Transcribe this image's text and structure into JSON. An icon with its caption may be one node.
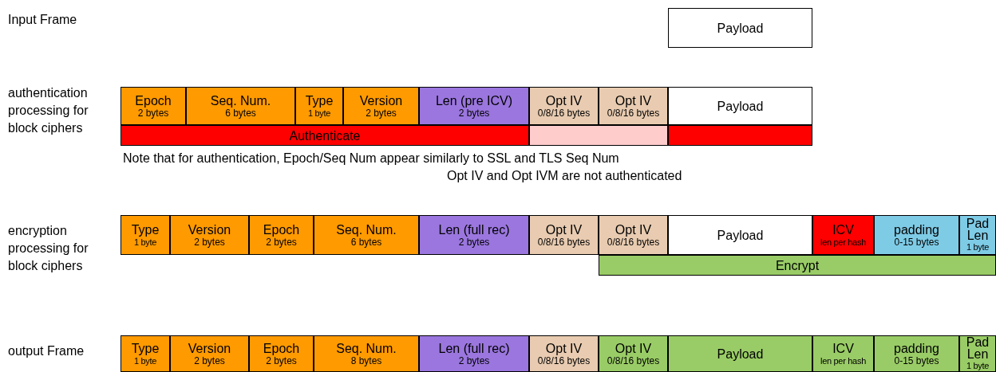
{
  "diagram": {
    "nodes": [
      {
        "text": [
          "Payload"
        ]
      },
      {
        "text": [
          "Epoch",
          "2 bytes"
        ]
      },
      {
        "text": [
          "Seq. Num.",
          "6 bytes"
        ]
      },
      {
        "text": [
          "Type",
          "1 byte"
        ]
      },
      {
        "text": [
          "Version",
          "2 bytes"
        ]
      },
      {
        "text": [
          "Len (pre ICV)",
          "2 bytes"
        ]
      },
      {
        "text": [
          "Opt IV",
          "0/8/16 bytes"
        ]
      },
      {
        "text": [
          "Opt IV",
          "0/8/16 bytes"
        ]
      },
      {
        "text": [
          "Payload"
        ]
      },
      {
        "text": [
          "Authenticate"
        ]
      },
      {
        "text": [],
        "shape": "bar"
      },
      {
        "text": [],
        "shape": "bar"
      },
      {
        "text": [
          "Type",
          "1 byte"
        ]
      },
      {
        "text": [
          "Version",
          "2 bytes"
        ]
      },
      {
        "text": [
          "Epoch",
          "2 bytes"
        ]
      },
      {
        "text": [
          "Seq. Num.",
          "6 bytes"
        ]
      },
      {
        "text": [
          "Len (full rec)",
          "2 bytes"
        ]
      },
      {
        "text": [
          "Opt IV",
          "0/8/16 bytes"
        ]
      },
      {
        "text": [
          "Opt IV",
          "0/8/16 bytes"
        ]
      },
      {
        "text": [
          "Payload"
        ]
      },
      {
        "text": [
          "ICV",
          "len per hash"
        ]
      },
      {
        "text": [
          "padding",
          "0-15 bytes"
        ]
      },
      {
        "text": [
          "Pad Len",
          "1 byte"
        ]
      },
      {
        "text": [
          "Encrypt"
        ]
      },
      {
        "text": [
          "Type",
          "1 byte"
        ]
      },
      {
        "text": [
          "Version",
          "2 bytes"
        ]
      },
      {
        "text": [
          "Epoch",
          "2 bytes"
        ]
      },
      {
        "text": [
          "Seq. Num.",
          "8 bytes"
        ]
      },
      {
        "text": [
          "Len (full rec)",
          "2 bytes"
        ]
      },
      {
        "text": [
          "Opt IV",
          "0/8/16 bytes"
        ]
      },
      {
        "text": [
          "Opt IV",
          "0/8/16 bytes"
        ]
      },
      {
        "text": [
          "Payload"
        ]
      },
      {
        "text": [
          "ICV",
          "len per hash"
        ]
      },
      {
        "text": [
          "padding",
          "0-15 bytes"
        ]
      },
      {
        "text": [
          "Pad Len",
          "1 byte"
        ]
      }
    ],
    "labels": [
      "Input Frame",
      "authentication processing for block ciphers",
      "Note that for authentication, Epoch/Seq Num appear similarly to SSL and TLS Seq Num",
      "Opt IV and Opt IVM are not authenticated",
      "encryption processing for block ciphers",
      "output Frame"
    ]
  }
}
